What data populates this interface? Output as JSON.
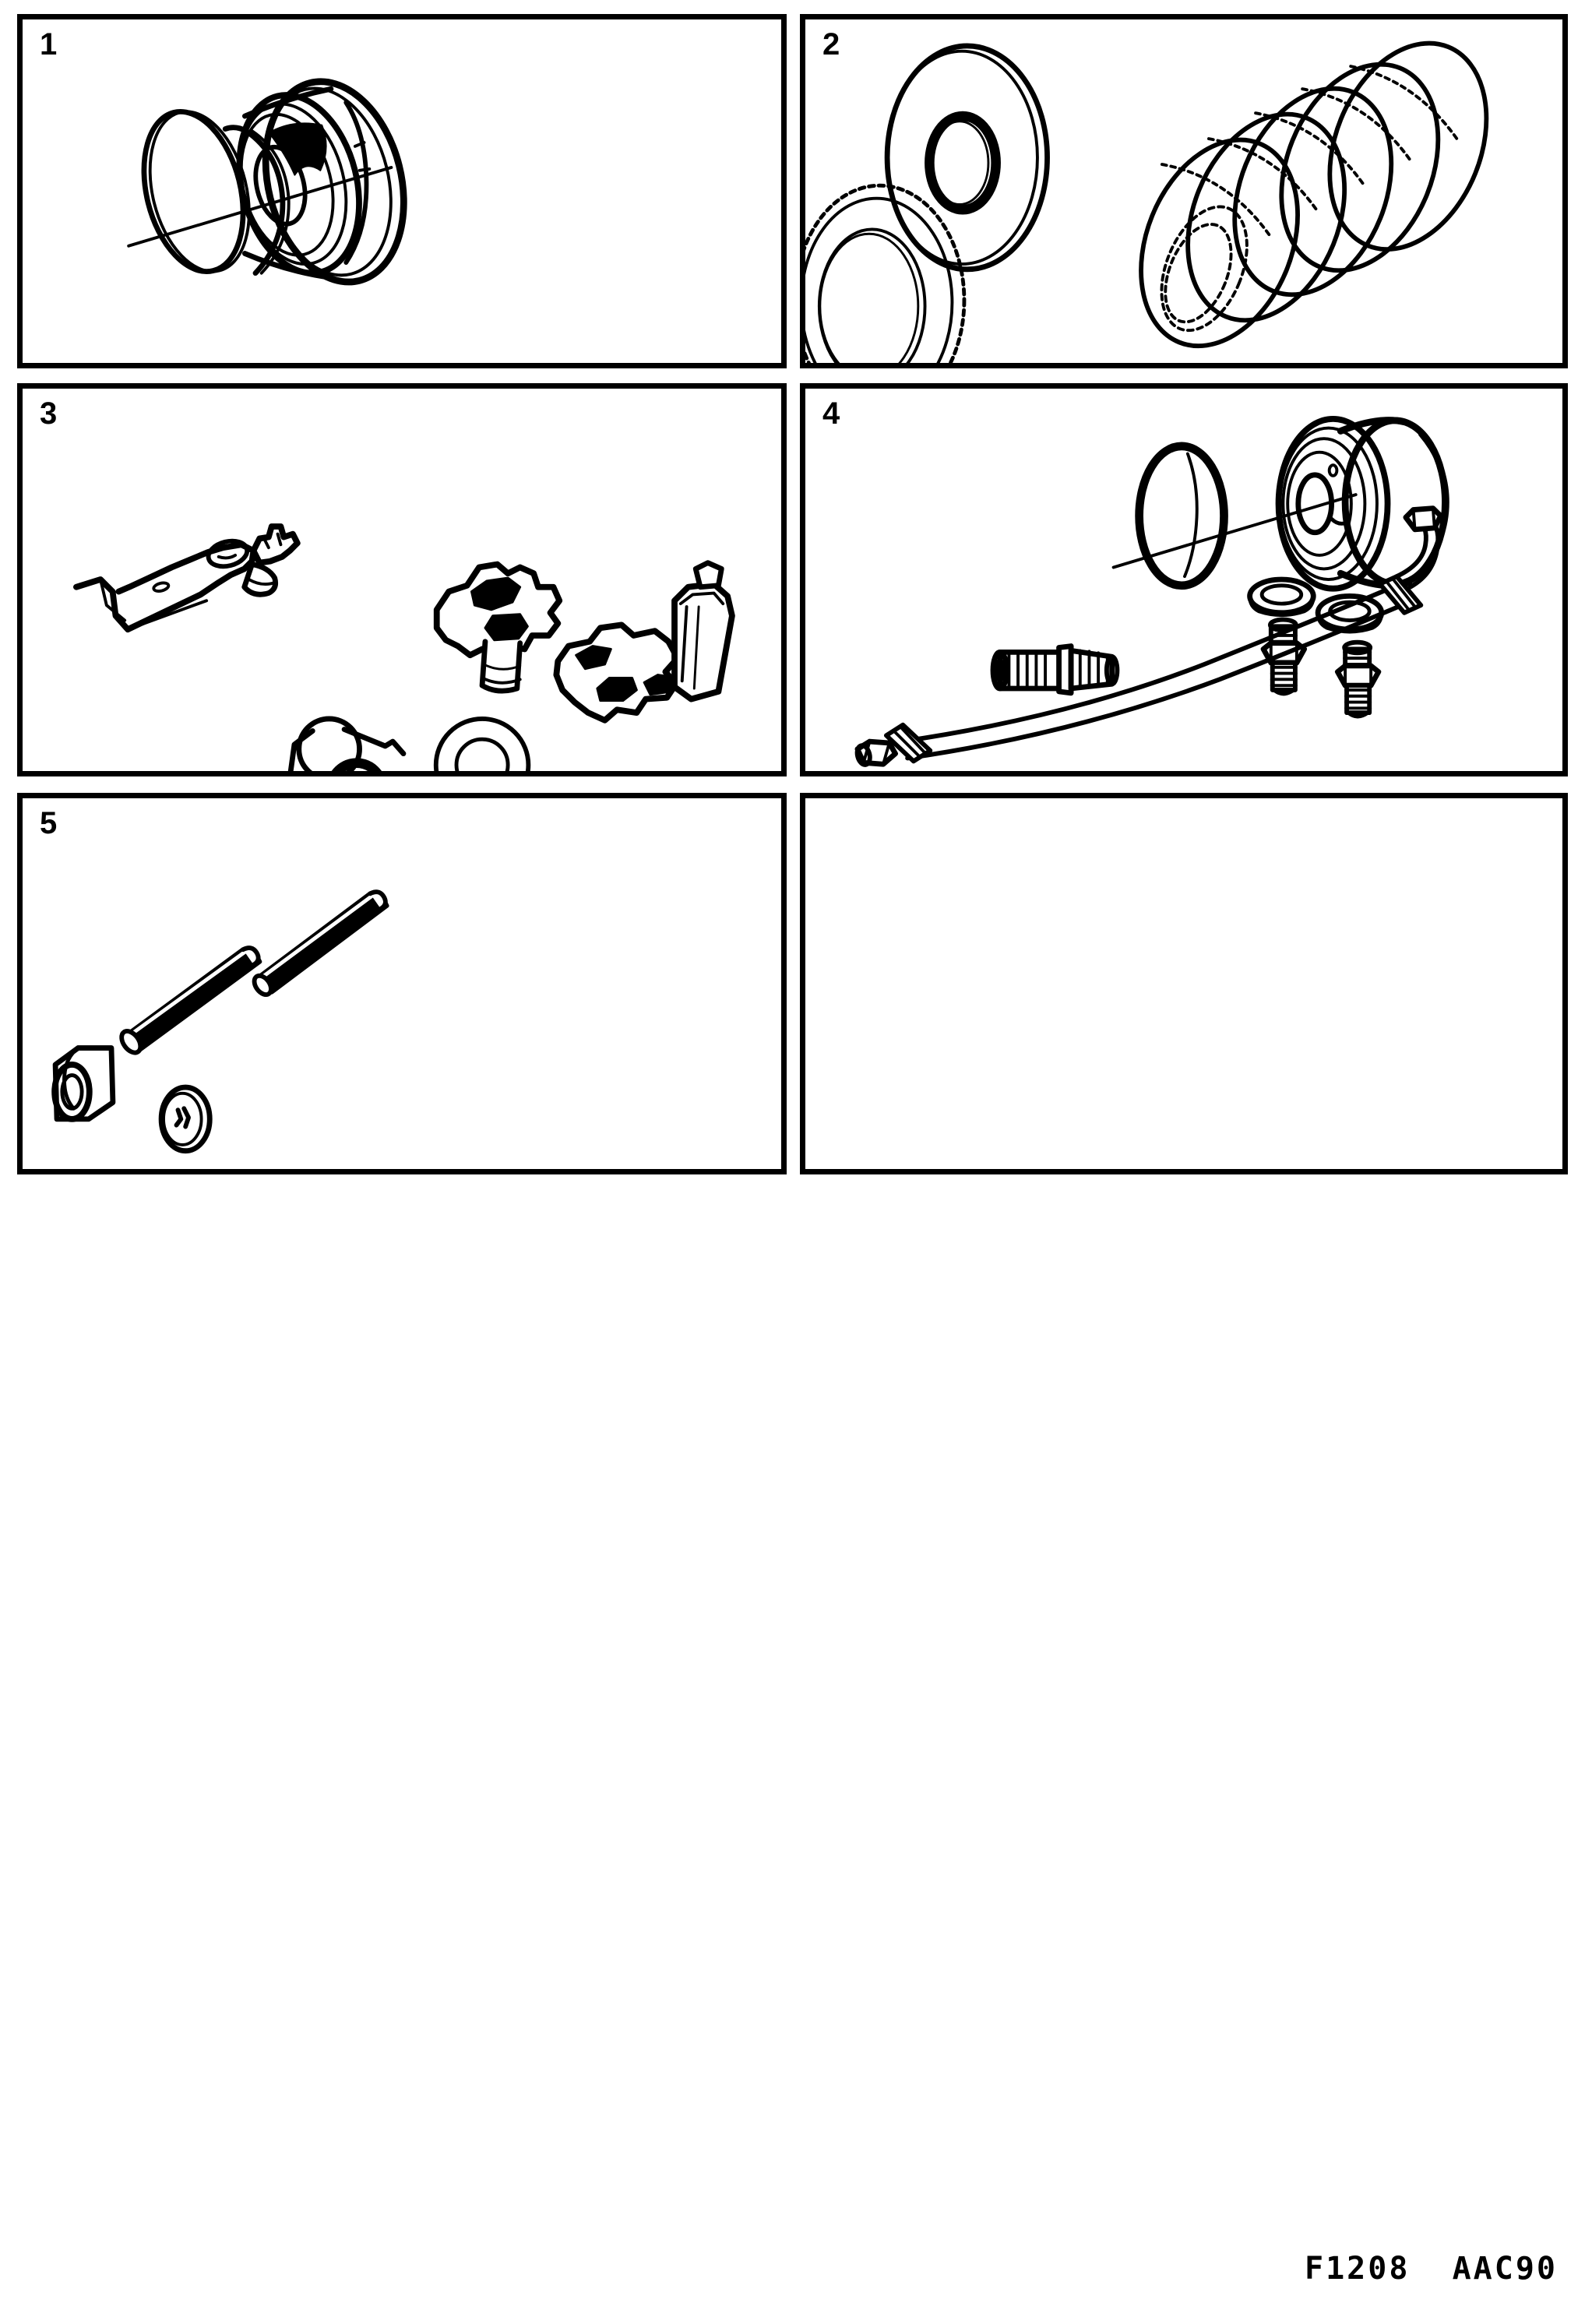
{
  "sheet": {
    "footer_code": "F1208  AAC90",
    "background_color": "#ffffff",
    "line_color": "#000000"
  },
  "panels": [
    {
      "number": "1",
      "row": 1,
      "column": "left",
      "subject": "clutch drum with sealing rings",
      "parts": [
        "clutch-drum-housing",
        "piston-seal-ring-outer",
        "piston-seal-ring-inner",
        "centerline-axis"
      ]
    },
    {
      "number": "2",
      "row": 1,
      "column": "right",
      "subject": "clutch plate pack",
      "parts": [
        "steel-plate-smooth",
        "friction-disc-splined-1",
        "friction-disc-splined-2",
        "friction-disc-splined-3",
        "friction-disc-splined-4",
        "friction-disc-splined-5",
        "friction-disc-splined-6"
      ]
    },
    {
      "number": "3",
      "row": 2,
      "column": "left",
      "subject": "parking pawl and detent linkage",
      "parts": [
        "detent-lever-bracket",
        "spring-clip",
        "retaining-ring-small",
        "manual-valve-detent-spring",
        "flat-washer",
        "snap-ring",
        "solenoid-valve-assembly"
      ]
    },
    {
      "number": "4",
      "row": 2,
      "column": "right",
      "subject": "oil cooler fittings and hose",
      "parts": [
        "cooler-housing-pulley",
        "o-ring-seal",
        "sealing-washer-1",
        "sealing-washer-2",
        "threaded-nipple-1",
        "threaded-nipple-2",
        "threaded-connector-union",
        "flexible-oil-hose",
        "centerline-axis"
      ]
    },
    {
      "number": "5",
      "row": 3,
      "column": "left",
      "subject": "shafts, bushing and thrust washer",
      "parts": [
        "shaft-long",
        "shaft-short",
        "bushing",
        "thrust-washer"
      ]
    },
    {
      "number": "",
      "row": 3,
      "column": "right",
      "subject": "empty panel",
      "parts": []
    }
  ]
}
